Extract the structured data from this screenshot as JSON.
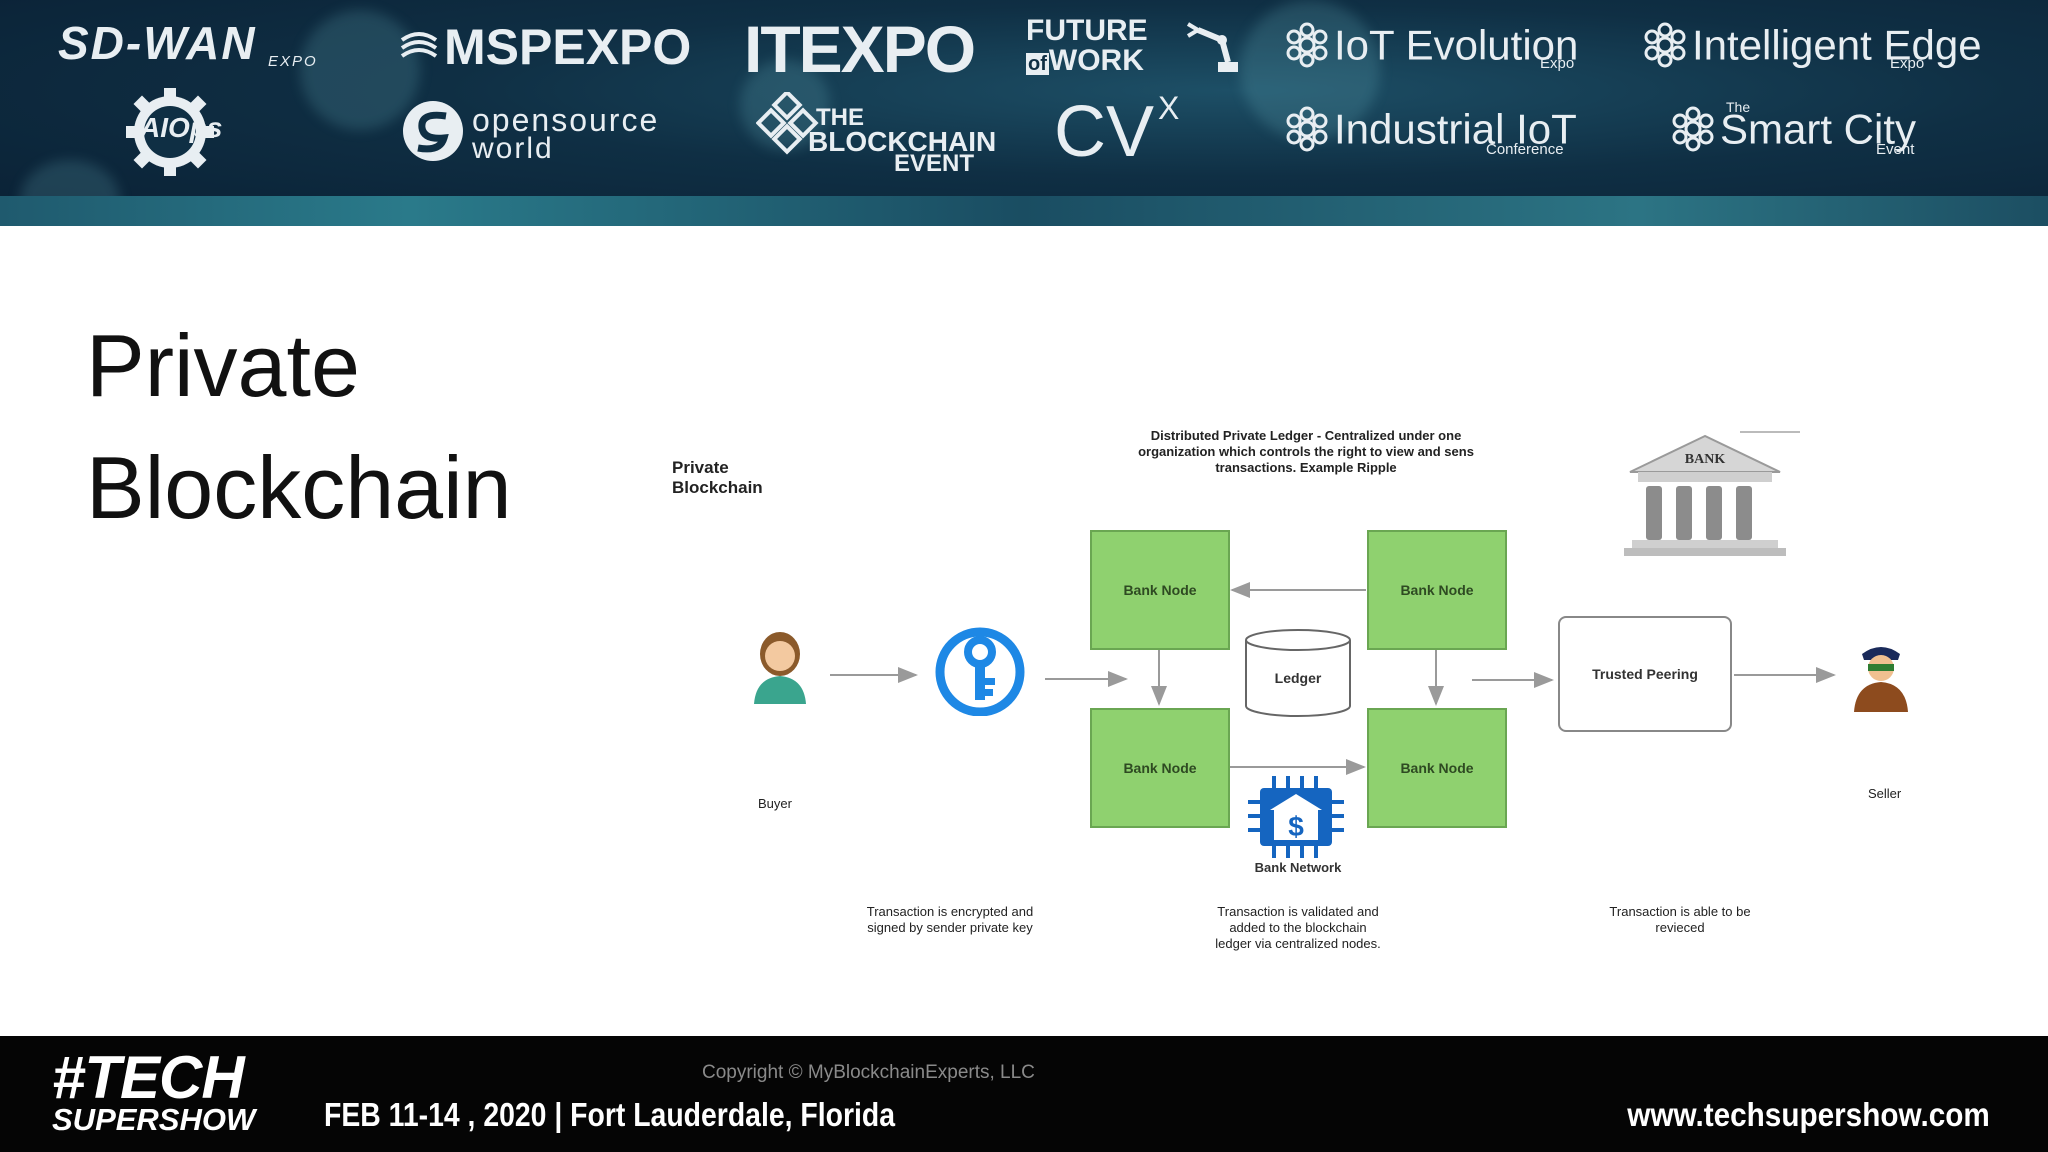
{
  "banner": {
    "logos": [
      {
        "name": "SD-WAN",
        "sub": "EXPO"
      },
      {
        "name": "MSPEXPO",
        "sub": ""
      },
      {
        "name": "ITEXPO",
        "sub": ""
      },
      {
        "name": "FUTURE",
        "sub": "WORK",
        "mid": "of"
      },
      {
        "name": "IoT Evolution",
        "sub": "Expo"
      },
      {
        "name": "Intelligent Edge",
        "sub": "Expo"
      },
      {
        "name": "AIOps",
        "sub": ""
      },
      {
        "name": "opensource",
        "sub": "world"
      },
      {
        "name": "THE",
        "sub": "BLOCKCHAIN",
        "tail": "EVENT"
      },
      {
        "name": "CV",
        "sub": "X"
      },
      {
        "name": "Industrial IoT",
        "sub": "Conference"
      },
      {
        "name": "Smart City",
        "sub": "Event",
        "pre": "The"
      }
    ]
  },
  "slide": {
    "title_line1": "Private",
    "title_line2": "Blockchain"
  },
  "diagram": {
    "label": "Private Blockchain",
    "header_line1": "Distributed Private Ledger  - Centralized under one",
    "header_line2": "organization which controls the right to view and sens",
    "header_line3": "transactions. Example Ripple",
    "bank_sign": "BANK",
    "nodes": [
      "Bank Node",
      "Bank Node",
      "Bank Node",
      "Bank Node"
    ],
    "ledger": "Ledger",
    "trusted": "Trusted Peering",
    "bank_network": "Bank Network",
    "buyer": "Buyer",
    "seller": "Seller",
    "caption1_line1": "Transaction is encrypted and",
    "caption1_line2": "signed by sender private key",
    "caption2_line1": "Transaction is validated and",
    "caption2_line2": "added to the blockchain",
    "caption2_line3": "ledger via centralized nodes.",
    "caption3_line1": "Transaction is able to be",
    "caption3_line2": "revieced"
  },
  "footer": {
    "brand_line1": "#TECH",
    "brand_line2": "SUPERSHOW",
    "date_location": "FEB 11-14 , 2020 | Fort Lauderdale, Florida",
    "copyright": "Copyright © MyBlockchainExperts, LLC",
    "url": "www.techsupershow.com"
  },
  "colors": {
    "node_fill": "#8fd16f",
    "banner_bg": "#0f2f44",
    "key_icon": "#1e88e5",
    "bank_network_icon": "#1565c0"
  }
}
